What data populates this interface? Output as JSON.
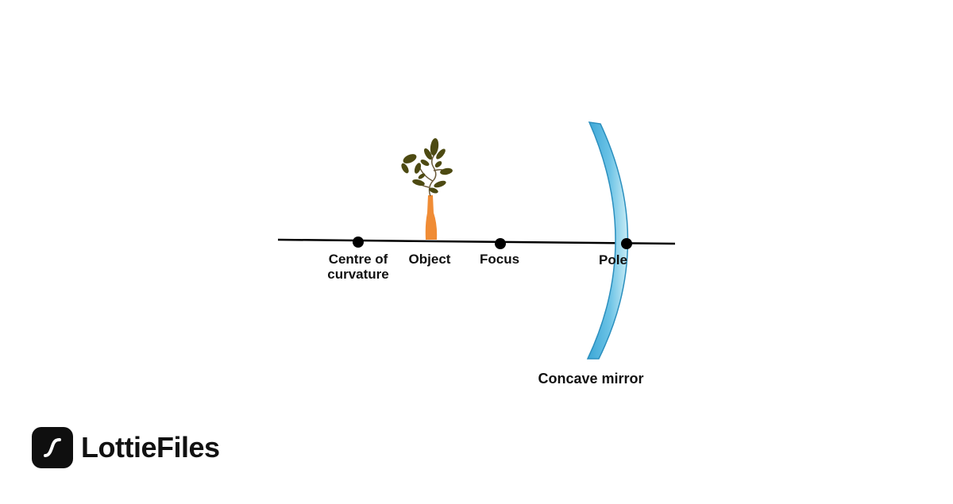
{
  "labels": {
    "centre_of_curvature_line1": "Centre of",
    "centre_of_curvature_line2": "curvature",
    "object": "Object",
    "focus": "Focus",
    "pole": "Pole",
    "concave_mirror": "Concave mirror"
  },
  "brand": {
    "name": "LottieFiles"
  },
  "colors": {
    "axis": "#000000",
    "point": "#000000",
    "mirror_fill_dark": "#4ab0dc",
    "mirror_fill_light": "#bfe6f2",
    "mirror_stroke": "#2b8fbe",
    "vase": "#f08c35",
    "leaf": "#4d4a12",
    "stem": "#6b5a3a",
    "brand_bg": "#0f0f0f"
  },
  "icons": {
    "brand_logo": "lottie-logo-icon",
    "object_depiction": "plant-in-vase-icon"
  }
}
